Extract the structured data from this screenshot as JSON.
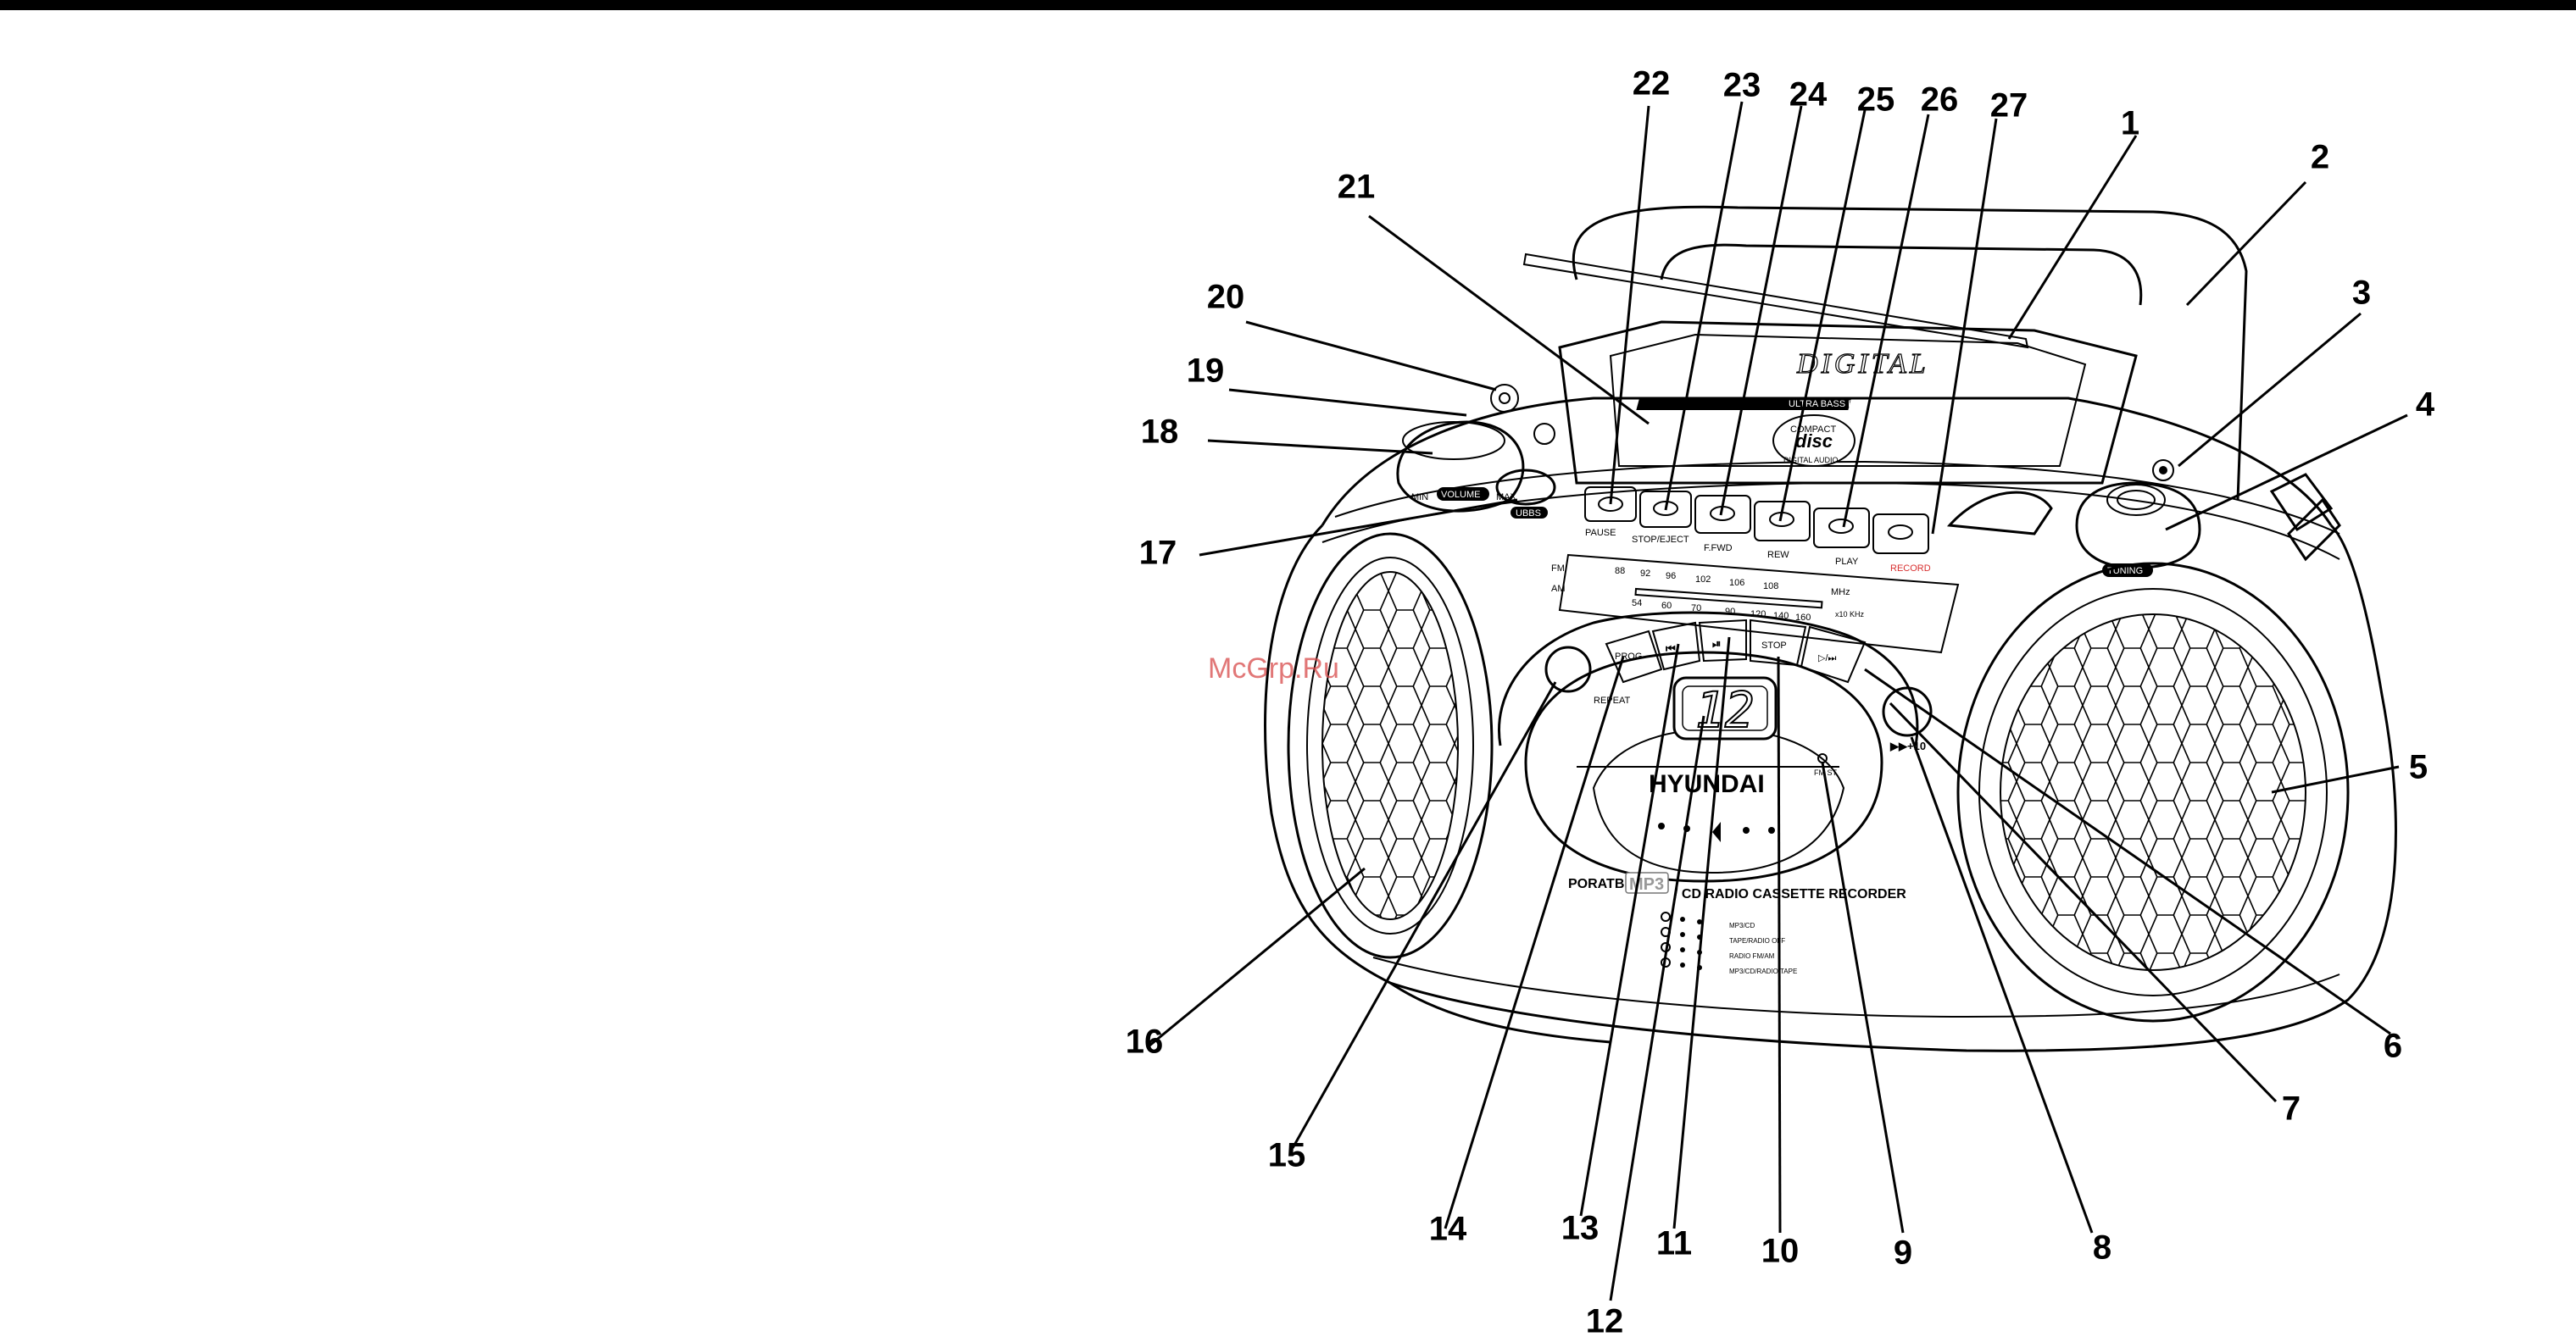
{
  "callouts": [
    "1",
    "2",
    "3",
    "4",
    "5",
    "6",
    "7",
    "8",
    "9",
    "10",
    "11",
    "12",
    "13",
    "14",
    "15",
    "16",
    "17",
    "18",
    "19",
    "20",
    "21",
    "22",
    "23",
    "24",
    "25",
    "26",
    "27"
  ],
  "watermark": "McGrp.Ru",
  "device": {
    "lid_text": "DIGITAL",
    "lid_subtext": "ULTRA BASS BOOST",
    "cd_logo": [
      "COMPACT",
      "disc",
      "DIGITAL AUDIO"
    ],
    "brand": "HYUNDAI",
    "model_line_left": "PORATBLE",
    "model_line_logo": "MP3",
    "model_line_right": "/ CD RADIO CASSETTE RECORDER",
    "display": "12",
    "cassette_buttons": [
      "PAUSE",
      "STOP/EJECT",
      "F.FWD",
      "REW",
      "PLAY",
      "RECORD"
    ],
    "volume_label": "VOLUME",
    "volume_min": "MIN",
    "volume_max": "MAX",
    "ubbs_label": "UBBS",
    "tuning_label": "TUNING",
    "band_fm": "FM",
    "band_am": "AM",
    "fm_freqs": [
      "88",
      "92",
      "96",
      "102",
      "106",
      "108"
    ],
    "am_freqs": [
      "54",
      "60",
      "70",
      "90",
      "120",
      "140",
      "160"
    ],
    "unit_mhz": "MHz",
    "unit_khz": "x10 KHz",
    "cd_buttons": [
      "PROG",
      "⏮",
      "⏯",
      "STOP",
      "▷/⏭"
    ],
    "repeat_label": "REPEAT",
    "skip10_label": "▶▶+10",
    "fm_st_label": "FM ST.",
    "function_labels": [
      "MP3/CD",
      "TAPE/RADIO OFF",
      "RADIO FM/AM",
      "MP3/CD/RADIO/TAPE"
    ]
  }
}
